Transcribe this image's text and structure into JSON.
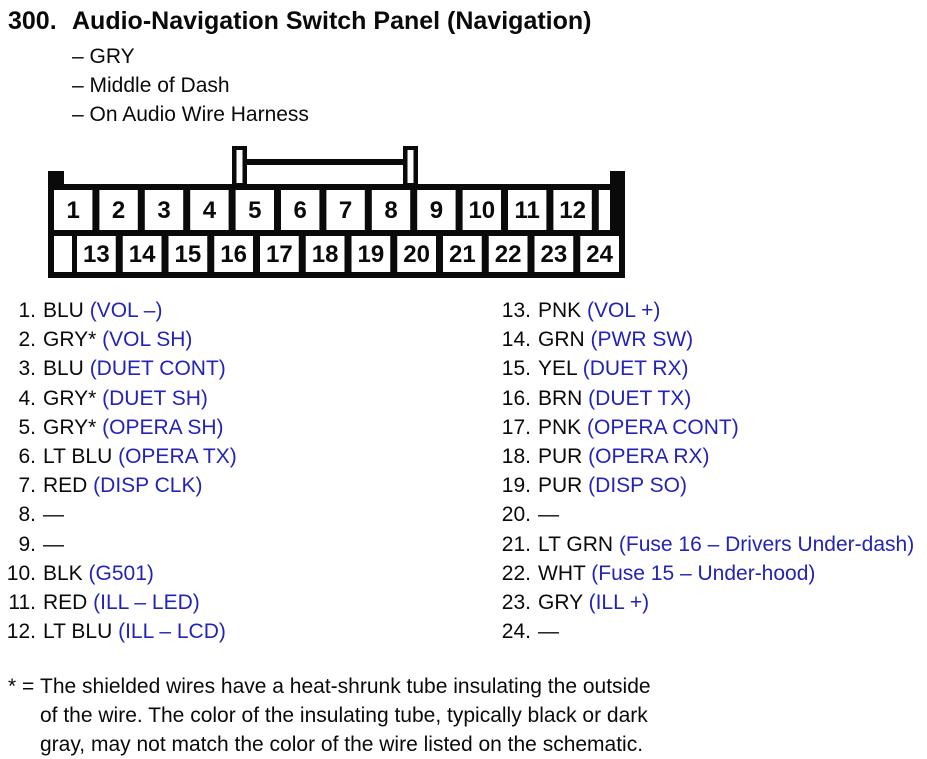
{
  "page": {
    "number": "300.",
    "title": "Audio-Navigation Switch Panel (Navigation)",
    "bullets": [
      "– GRY",
      "– Middle of Dash",
      "– On Audio Wire Harness"
    ]
  },
  "connector": {
    "top_row_pins": [
      "1",
      "2",
      "3",
      "4",
      "5",
      "6",
      "7",
      "8",
      "9",
      "10",
      "11",
      "12"
    ],
    "bottom_row_pins": [
      "13",
      "14",
      "15",
      "16",
      "17",
      "18",
      "19",
      "20",
      "21",
      "22",
      "23",
      "24"
    ]
  },
  "pin_table": {
    "left": [
      {
        "num": "1.",
        "color": "BLU",
        "signal": "(VOL –)"
      },
      {
        "num": "2.",
        "color": "GRY*",
        "signal": "(VOL SH)"
      },
      {
        "num": "3.",
        "color": "BLU",
        "signal": "(DUET CONT)"
      },
      {
        "num": "4.",
        "color": "GRY*",
        "signal": "(DUET SH)"
      },
      {
        "num": "5.",
        "color": "GRY*",
        "signal": "(OPERA SH)"
      },
      {
        "num": "6.",
        "color": "LT BLU",
        "signal": "(OPERA TX)"
      },
      {
        "num": "7.",
        "color": "RED",
        "signal": "(DISP CLK)"
      },
      {
        "num": "8.",
        "color": "—",
        "signal": ""
      },
      {
        "num": "9.",
        "color": "—",
        "signal": ""
      },
      {
        "num": "10.",
        "color": "BLK",
        "signal": "(G501)"
      },
      {
        "num": "11.",
        "color": "RED",
        "signal": "(ILL – LED)"
      },
      {
        "num": "12.",
        "color": "LT BLU",
        "signal": "(ILL – LCD)"
      }
    ],
    "right": [
      {
        "num": "13.",
        "color": "PNK",
        "signal": "(VOL +)"
      },
      {
        "num": "14.",
        "color": "GRN",
        "signal": "(PWR SW)"
      },
      {
        "num": "15.",
        "color": "YEL",
        "signal": "(DUET RX)"
      },
      {
        "num": "16.",
        "color": "BRN",
        "signal": "(DUET TX)"
      },
      {
        "num": "17.",
        "color": "PNK",
        "signal": "(OPERA CONT)"
      },
      {
        "num": "18.",
        "color": "PUR",
        "signal": "(OPERA RX)"
      },
      {
        "num": "19.",
        "color": "PUR",
        "signal": "(DISP SO)"
      },
      {
        "num": "20.",
        "color": "—",
        "signal": ""
      },
      {
        "num": "21.",
        "color": "LT GRN",
        "signal": "(Fuse 16 – Drivers Under-dash)"
      },
      {
        "num": "22.",
        "color": "WHT",
        "signal": "(Fuse 15 – Under-hood)"
      },
      {
        "num": "23.",
        "color": "GRY",
        "signal": "(ILL +)"
      },
      {
        "num": "24.",
        "color": "—",
        "signal": ""
      }
    ]
  },
  "footnote": {
    "marker": "* =",
    "lines": [
      "The shielded wires have a heat-shrunk tube insulating the outside",
      "of the wire. The color of the insulating tube, typically black or dark",
      "gray, may not match the color of the wire listed on the schematic."
    ]
  },
  "colors": {
    "ink": "#0a0a0a",
    "signal_blue": "#2323b8"
  }
}
